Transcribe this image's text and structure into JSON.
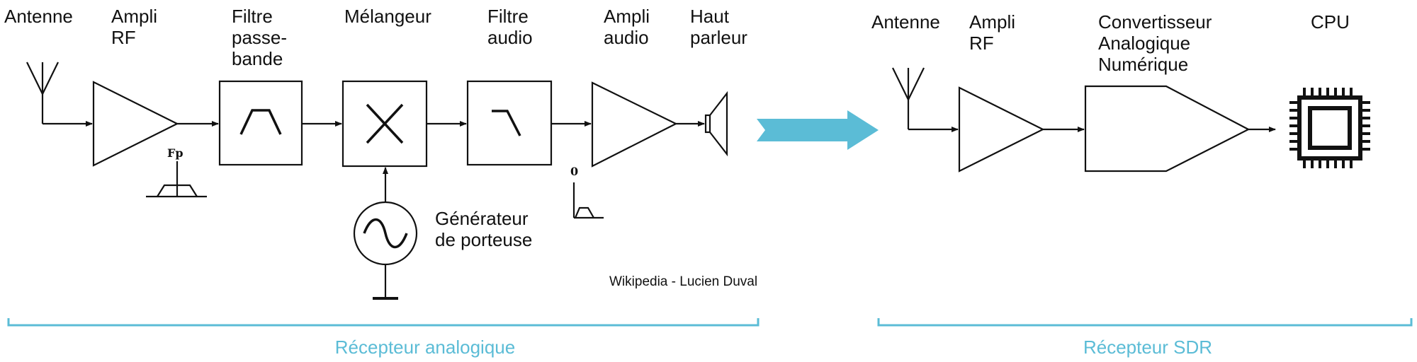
{
  "colors": {
    "accent": "#5bbcd6",
    "line": "#111111"
  },
  "analog": {
    "antenna": "Antenne",
    "ampli_rf": [
      "Ampli",
      "RF"
    ],
    "bandpass": [
      "Filtre",
      "passe-",
      "bande"
    ],
    "mixer": "Mélangeur",
    "audio_filter": [
      "Filtre",
      "audio"
    ],
    "ampli_audio": [
      "Ampli",
      "audio"
    ],
    "speaker": [
      "Haut",
      "parleur"
    ],
    "carrier_gen": [
      "Générateur",
      "de porteuse"
    ],
    "fp_mark": "Fp",
    "zero_mark": "0",
    "credit": "Wikipedia - Lucien Duval",
    "section_label": "Récepteur analogique"
  },
  "sdr": {
    "antenna": "Antenne",
    "ampli_rf": [
      "Ampli",
      "RF"
    ],
    "adc": [
      "Convertisseur",
      "Analogique",
      "Numérique"
    ],
    "cpu": "CPU",
    "section_label": "Récepteur SDR"
  },
  "icons": [
    "antenna-icon",
    "amplifier-icon",
    "bandpass-filter-icon",
    "mixer-icon",
    "lowpass-filter-icon",
    "speaker-icon",
    "oscillator-icon",
    "ground-icon",
    "arrow-icon",
    "adc-icon",
    "cpu-chip-icon"
  ]
}
